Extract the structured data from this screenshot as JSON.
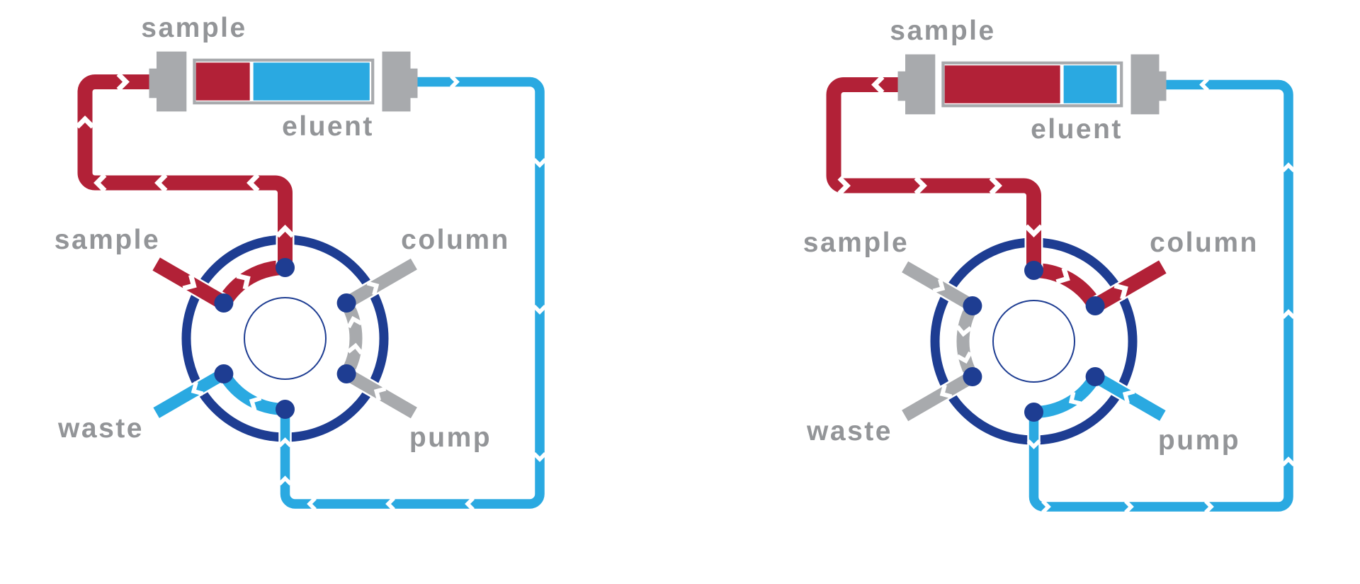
{
  "colors": {
    "sample": "#b22137",
    "eluent": "#2aa9e1",
    "valve_body": "#1e3d92",
    "hardware_inactive": "#a8aaad",
    "label_text": "#939598",
    "background": "#ffffff"
  },
  "diagrams": [
    {
      "name": "load-position",
      "state": "load",
      "labels": {
        "loop_top": "sample",
        "loop_bottom": "eluent",
        "valve_upper_left": "sample",
        "valve_upper_right": "column",
        "valve_lower_left": "waste",
        "valve_lower_right": "pump"
      },
      "loop_contents": {
        "sample_fraction": 0.31,
        "eluent_fraction": 0.67
      },
      "valve": {
        "arcs": [
          {
            "ports": [
              "sample",
              "loop-top"
            ],
            "color": "sample"
          },
          {
            "ports": [
              "loop-bottom",
              "waste"
            ],
            "color": "eluent"
          },
          {
            "ports": [
              "pump",
              "column"
            ],
            "color": "inactive"
          }
        ],
        "stubs": {
          "sample": "sample",
          "waste": "eluent",
          "column": "inactive",
          "pump": "inactive"
        }
      },
      "flow_summary": "sample to loop to waste; pump to column"
    },
    {
      "name": "inject-position",
      "state": "inject",
      "labels": {
        "loop_top": "sample",
        "loop_bottom": "eluent",
        "valve_upper_left": "sample",
        "valve_upper_right": "column",
        "valve_lower_left": "waste",
        "valve_lower_right": "pump"
      },
      "loop_contents": {
        "sample_fraction": 0.665,
        "eluent_fraction": 0.306
      },
      "valve": {
        "arcs": [
          {
            "ports": [
              "loop-top",
              "column"
            ],
            "color": "sample"
          },
          {
            "ports": [
              "sample",
              "waste"
            ],
            "color": "inactive"
          },
          {
            "ports": [
              "pump",
              "loop-bottom"
            ],
            "color": "eluent"
          }
        ],
        "stubs": {
          "sample": "inactive",
          "waste": "inactive",
          "column": "sample",
          "pump": "eluent"
        }
      },
      "flow_summary": "pump to loop to column; sample to waste"
    }
  ]
}
